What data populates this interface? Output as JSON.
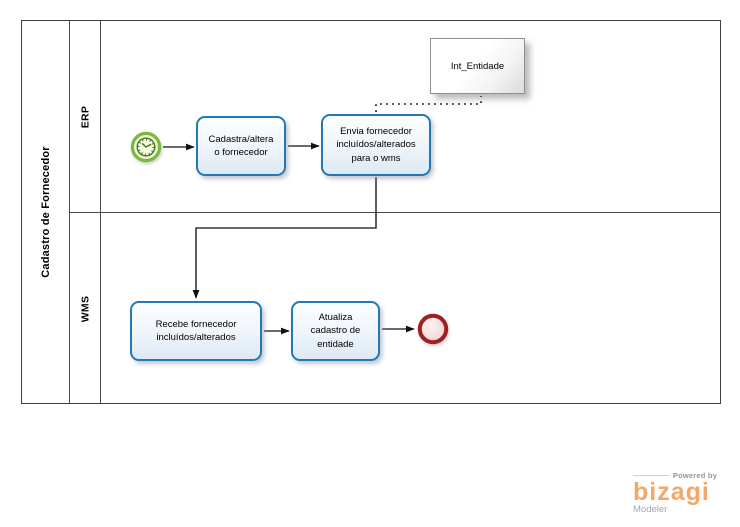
{
  "pool": {
    "title": "Cadastro de Fornecedor",
    "lanes": [
      {
        "label": "ERP"
      },
      {
        "label": "WMS"
      }
    ]
  },
  "nodes": {
    "start_timer": {
      "type": "timer-start-event"
    },
    "task_cadastra": {
      "label": "Cadastra/altera\no fornecedor"
    },
    "task_envia": {
      "label": "Envia fornecedor\nincluídos/alterados\npara o wms"
    },
    "task_recebe": {
      "label": "Recebe fornecedor\nincluídos/alterados"
    },
    "task_atualiza": {
      "label": "Atualiza\ncadastro de\nentidade"
    },
    "end_event": {
      "type": "end-event"
    },
    "artifact_entidade": {
      "label": "Int_Entidade"
    }
  },
  "branding": {
    "powered_by": "Powered by",
    "brand": "bizagi",
    "product": "Modeler"
  },
  "colors": {
    "task_border": "#2279b5",
    "task_fill_top": "#feffff",
    "task_fill_bottom": "#dde9f5",
    "start_ring": "#7ab83e",
    "start_clock": "#4b771e",
    "end_ring": "#9e2121",
    "brand_orange": "#f4a768",
    "gray_text": "#8b97a1"
  }
}
